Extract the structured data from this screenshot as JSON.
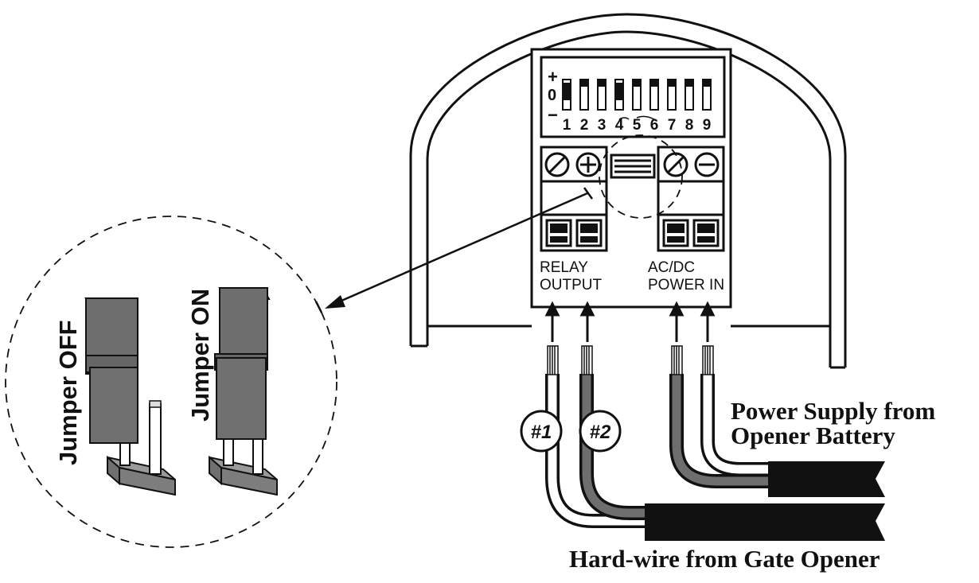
{
  "dip_switch": {
    "plus_label": "+",
    "zero_label": "0",
    "minus_label": "−",
    "numbers": [
      "1",
      "2",
      "3",
      "4",
      "5",
      "6",
      "7",
      "8",
      "9"
    ]
  },
  "terminals": {
    "relay_line1": "RELAY",
    "relay_line2": "OUTPUT",
    "power_line1": "AC/DC",
    "power_line2": "POWER IN"
  },
  "wires": {
    "wire1_label": "#1",
    "wire2_label": "#2"
  },
  "callouts": {
    "power_supply_line1": "Power Supply from",
    "power_supply_line2": "Opener Battery",
    "hardwire": "Hard-wire from Gate Opener"
  },
  "jumper_detail": {
    "jumper_off": "Jumper OFF",
    "jumper_on": "Jumper ON"
  }
}
